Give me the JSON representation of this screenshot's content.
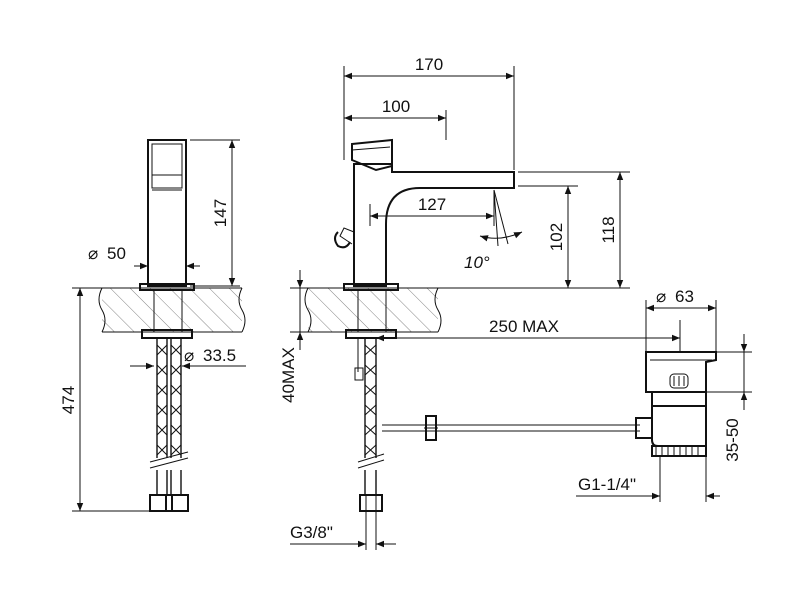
{
  "labels": {
    "dim_170": "170",
    "dim_100": "100",
    "dim_127": "127",
    "dim_147": "147",
    "dim_50": "50",
    "dim_102": "102",
    "dim_118": "118",
    "dim_10deg": "10°",
    "dim_63": "63",
    "dim_33_5": "33.5",
    "dim_250max": "250 MAX",
    "dim_474": "474",
    "dim_40max": "40MAX",
    "dim_35_50": "35-50",
    "dim_g1_14": "G1-1/4\"",
    "dim_g3_8": "G3/8\""
  },
  "symbols": {
    "diameter": "⌀"
  },
  "colors": {
    "line": "#111111",
    "hatch": "#666666",
    "counter_fill": "#e6e6e6"
  }
}
